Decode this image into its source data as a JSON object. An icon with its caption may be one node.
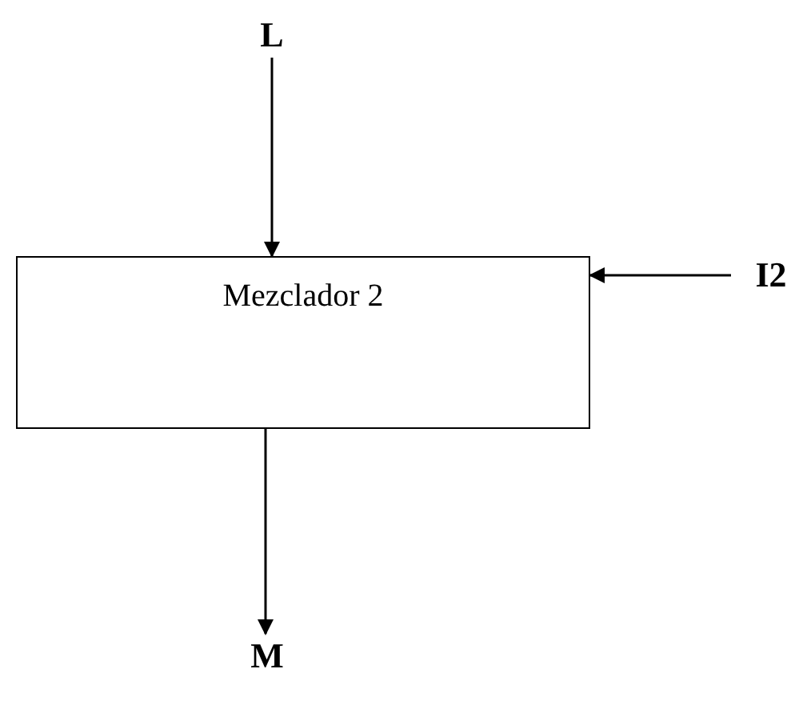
{
  "diagram": {
    "nodes": [
      {
        "text": [
          "Mezclador 2"
        ]
      },
      {
        "text": [
          "L"
        ]
      },
      {
        "text": [
          "I2"
        ]
      },
      {
        "text": [
          "M"
        ]
      }
    ],
    "edges": [
      {
        "from": 1,
        "to": 0,
        "arrow": "to"
      },
      {
        "from": 2,
        "to": 0,
        "arrow": "to"
      },
      {
        "from": 0,
        "to": 3,
        "arrow": "to"
      }
    ]
  }
}
